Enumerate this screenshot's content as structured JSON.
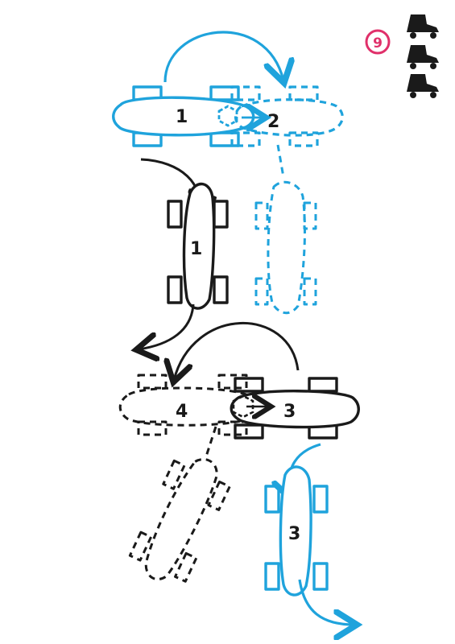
{
  "page": {
    "step_number": "9",
    "colors": {
      "blue": "#1fa3dc",
      "black": "#1a1a1a",
      "pink": "#e0306a"
    },
    "skate_stamp_icon_count": 3
  },
  "boards": {
    "board_1_top": "1",
    "board_2_top": "2",
    "board_1_middle": "1",
    "board_3_middle": "3",
    "board_4_middle": "4",
    "board_3_bottom": "3"
  }
}
